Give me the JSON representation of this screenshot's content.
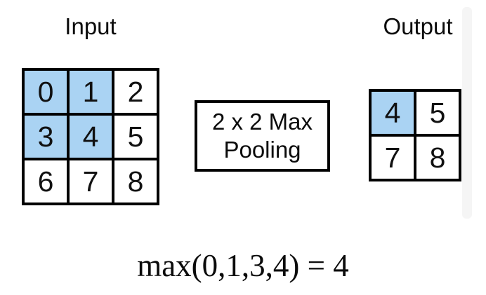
{
  "colors": {
    "highlight": "#aad3f3",
    "border": "#000000",
    "background": "#ffffff",
    "stripe": "#f5f5f5"
  },
  "input": {
    "title": "Input",
    "cells": [
      {
        "value": "0",
        "highlight": true
      },
      {
        "value": "1",
        "highlight": true
      },
      {
        "value": "2",
        "highlight": false
      },
      {
        "value": "3",
        "highlight": true
      },
      {
        "value": "4",
        "highlight": true
      },
      {
        "value": "5",
        "highlight": false
      },
      {
        "value": "6",
        "highlight": false
      },
      {
        "value": "7",
        "highlight": false
      },
      {
        "value": "8",
        "highlight": false
      }
    ]
  },
  "pooling_box": {
    "line1": "2 x 2 Max",
    "line2": "Pooling"
  },
  "output": {
    "title": "Output",
    "cells": [
      {
        "value": "4",
        "highlight": true
      },
      {
        "value": "5",
        "highlight": false
      },
      {
        "value": "7",
        "highlight": false
      },
      {
        "value": "8",
        "highlight": false
      }
    ]
  },
  "formula": "max(0,1,3,4) = 4"
}
